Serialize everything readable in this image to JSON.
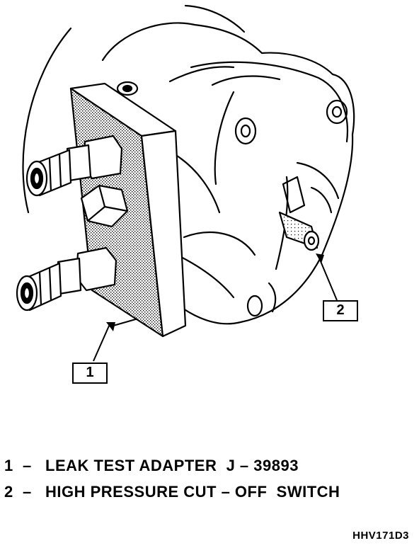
{
  "callouts": [
    {
      "number": "1"
    },
    {
      "number": "2"
    }
  ],
  "legend": [
    {
      "number": "1",
      "separator": "–",
      "text": "LEAK TEST ADAPTER  J – 39893"
    },
    {
      "number": "2",
      "separator": "–",
      "text": "HIGH PRESSURE CUT – OFF  SWITCH"
    }
  ],
  "figure_code": "HHV171D3",
  "colors": {
    "line": "#000000",
    "background": "#ffffff",
    "shading": "#9a9a9a"
  }
}
